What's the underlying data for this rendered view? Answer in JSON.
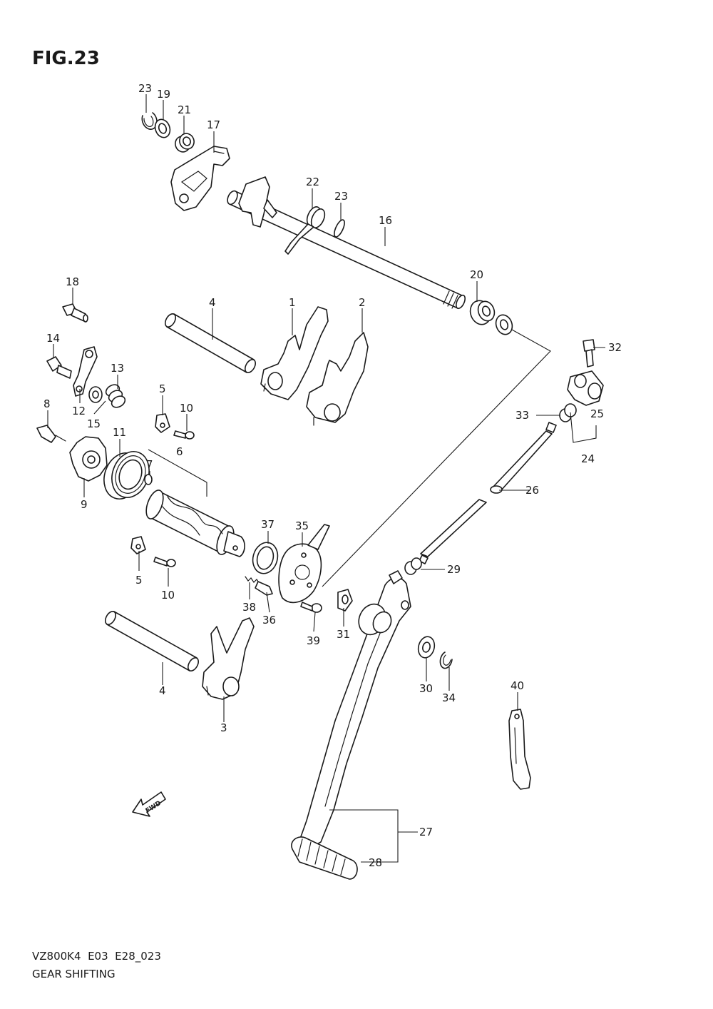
{
  "figure": {
    "title": "FIG.23",
    "model_code": "VZ800K4  E03  E28_023",
    "caption": "GEAR SHIFTING"
  },
  "direction_arrow": {
    "text": "FWD",
    "icon": "fwd-arrow-icon"
  },
  "labels": {
    "l1": "1",
    "l2": "2",
    "l3": "3",
    "l4a": "4",
    "l4b": "4",
    "l5a": "5",
    "l5b": "5",
    "l6": "6",
    "l7": "7",
    "l8": "8",
    "l9": "9",
    "l10a": "10",
    "l10b": "10",
    "l11": "11",
    "l12": "12",
    "l13": "13",
    "l14": "14",
    "l15": "15",
    "l16": "16",
    "l17": "17",
    "l18": "18",
    "l19": "19",
    "l20": "20",
    "l21": "21",
    "l22": "22",
    "l23a": "23",
    "l23b": "23",
    "l24": "24",
    "l25": "25",
    "l26": "26",
    "l27": "27",
    "l28": "28",
    "l29": "29",
    "l30": "30",
    "l31": "31",
    "l32": "32",
    "l33": "33",
    "l34": "34",
    "l35": "35",
    "l36": "36",
    "l37": "37",
    "l38": "38",
    "l39": "39",
    "l40": "40"
  }
}
